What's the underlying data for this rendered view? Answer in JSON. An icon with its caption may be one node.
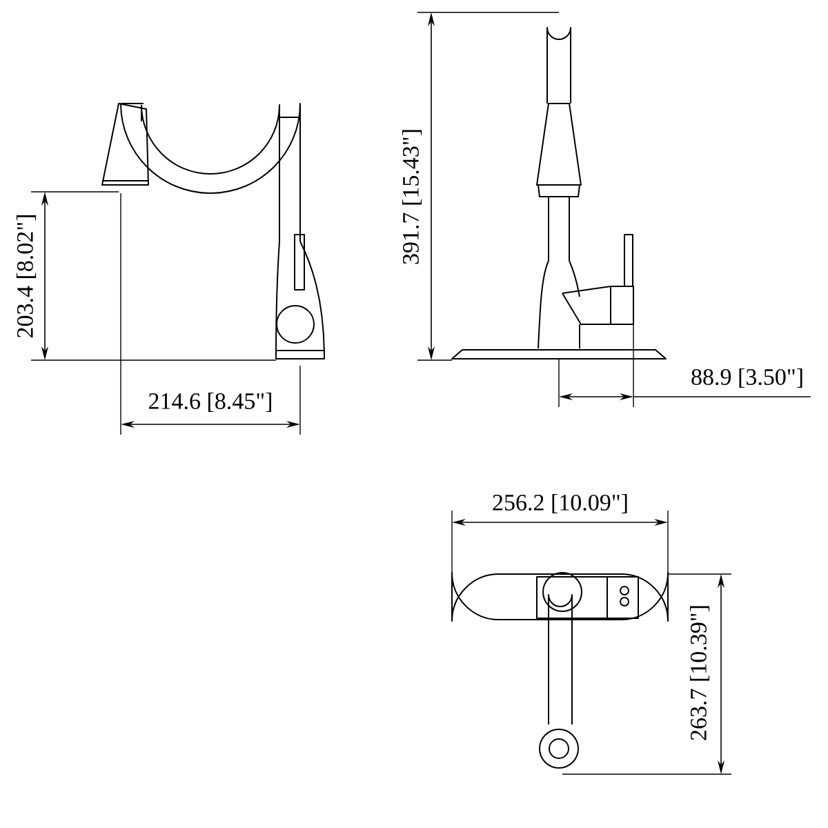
{
  "diagram": {
    "labels": [
      "391.7 [15.43\"]",
      "203.4 [8.02\"]",
      "88.9 [3.50\"]",
      "214.6 [8.45\"]",
      "256.2 [10.09\"]",
      "263.7 [10.39\"]"
    ]
  }
}
